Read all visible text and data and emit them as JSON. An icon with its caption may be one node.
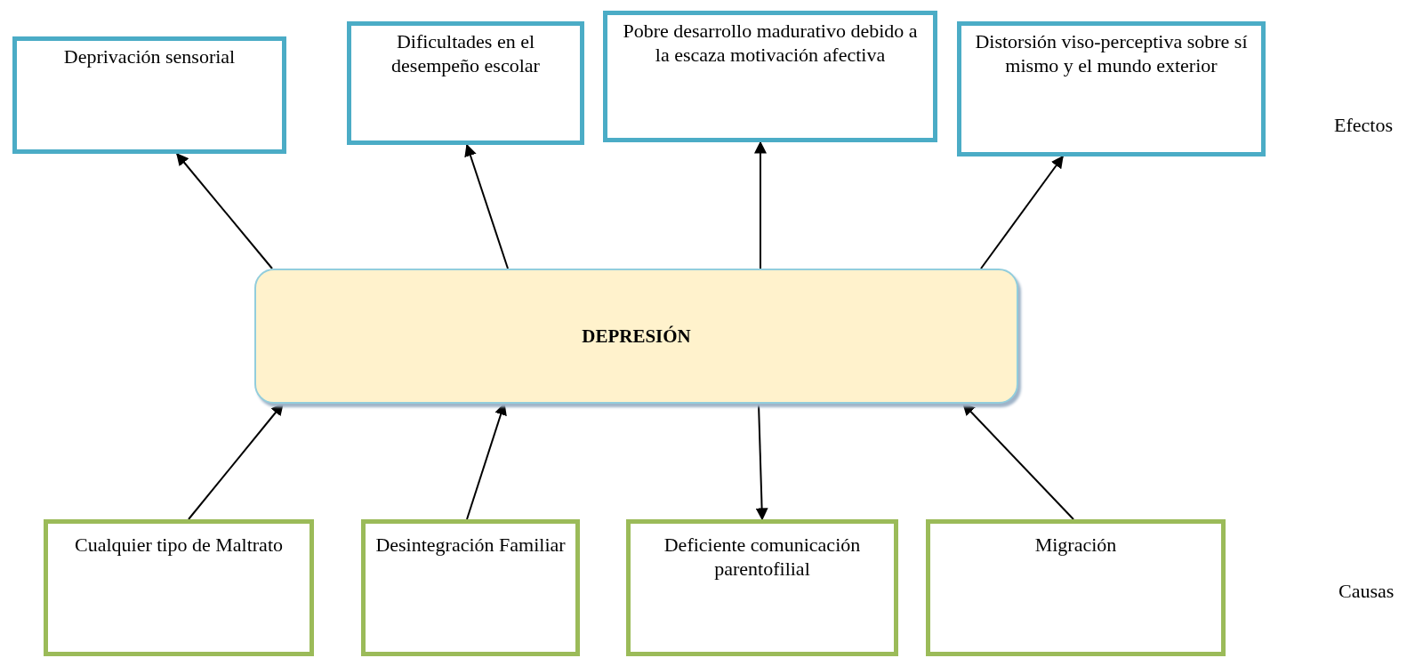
{
  "diagram": {
    "nodes": [
      {
        "text": [
          "Deprivación sensorial"
        ]
      },
      {
        "text": [
          "Dificultades en el desempeño escolar"
        ]
      },
      {
        "text": [
          "Pobre desarrollo madurativo debido a la escaza motivación afectiva"
        ]
      },
      {
        "text": [
          "Distorsión viso-perceptiva sobre sí mismo y el mundo exterior"
        ]
      },
      {
        "text": [
          "DEPRESIÓN"
        ]
      },
      {
        "text": [
          "Cualquier tipo de Maltrato"
        ]
      },
      {
        "text": [
          "Desintegración Familiar"
        ]
      },
      {
        "text": [
          "Deficiente comunicación parentofilial"
        ]
      },
      {
        "text": [
          "Migración"
        ]
      }
    ],
    "edges": [
      {
        "from": 4,
        "to": 0,
        "arrow": "to"
      },
      {
        "from": 4,
        "to": 1,
        "arrow": "to"
      },
      {
        "from": 4,
        "to": 2,
        "arrow": "to"
      },
      {
        "from": 4,
        "to": 3,
        "arrow": "to"
      },
      {
        "from": 5,
        "to": 4,
        "arrow": "to"
      },
      {
        "from": 6,
        "to": 4,
        "arrow": "to"
      },
      {
        "from": 4,
        "to": 7,
        "arrow": "to"
      },
      {
        "from": 8,
        "to": 4,
        "arrow": "to"
      }
    ],
    "labels": [
      "Efectos",
      "Causas"
    ]
  }
}
